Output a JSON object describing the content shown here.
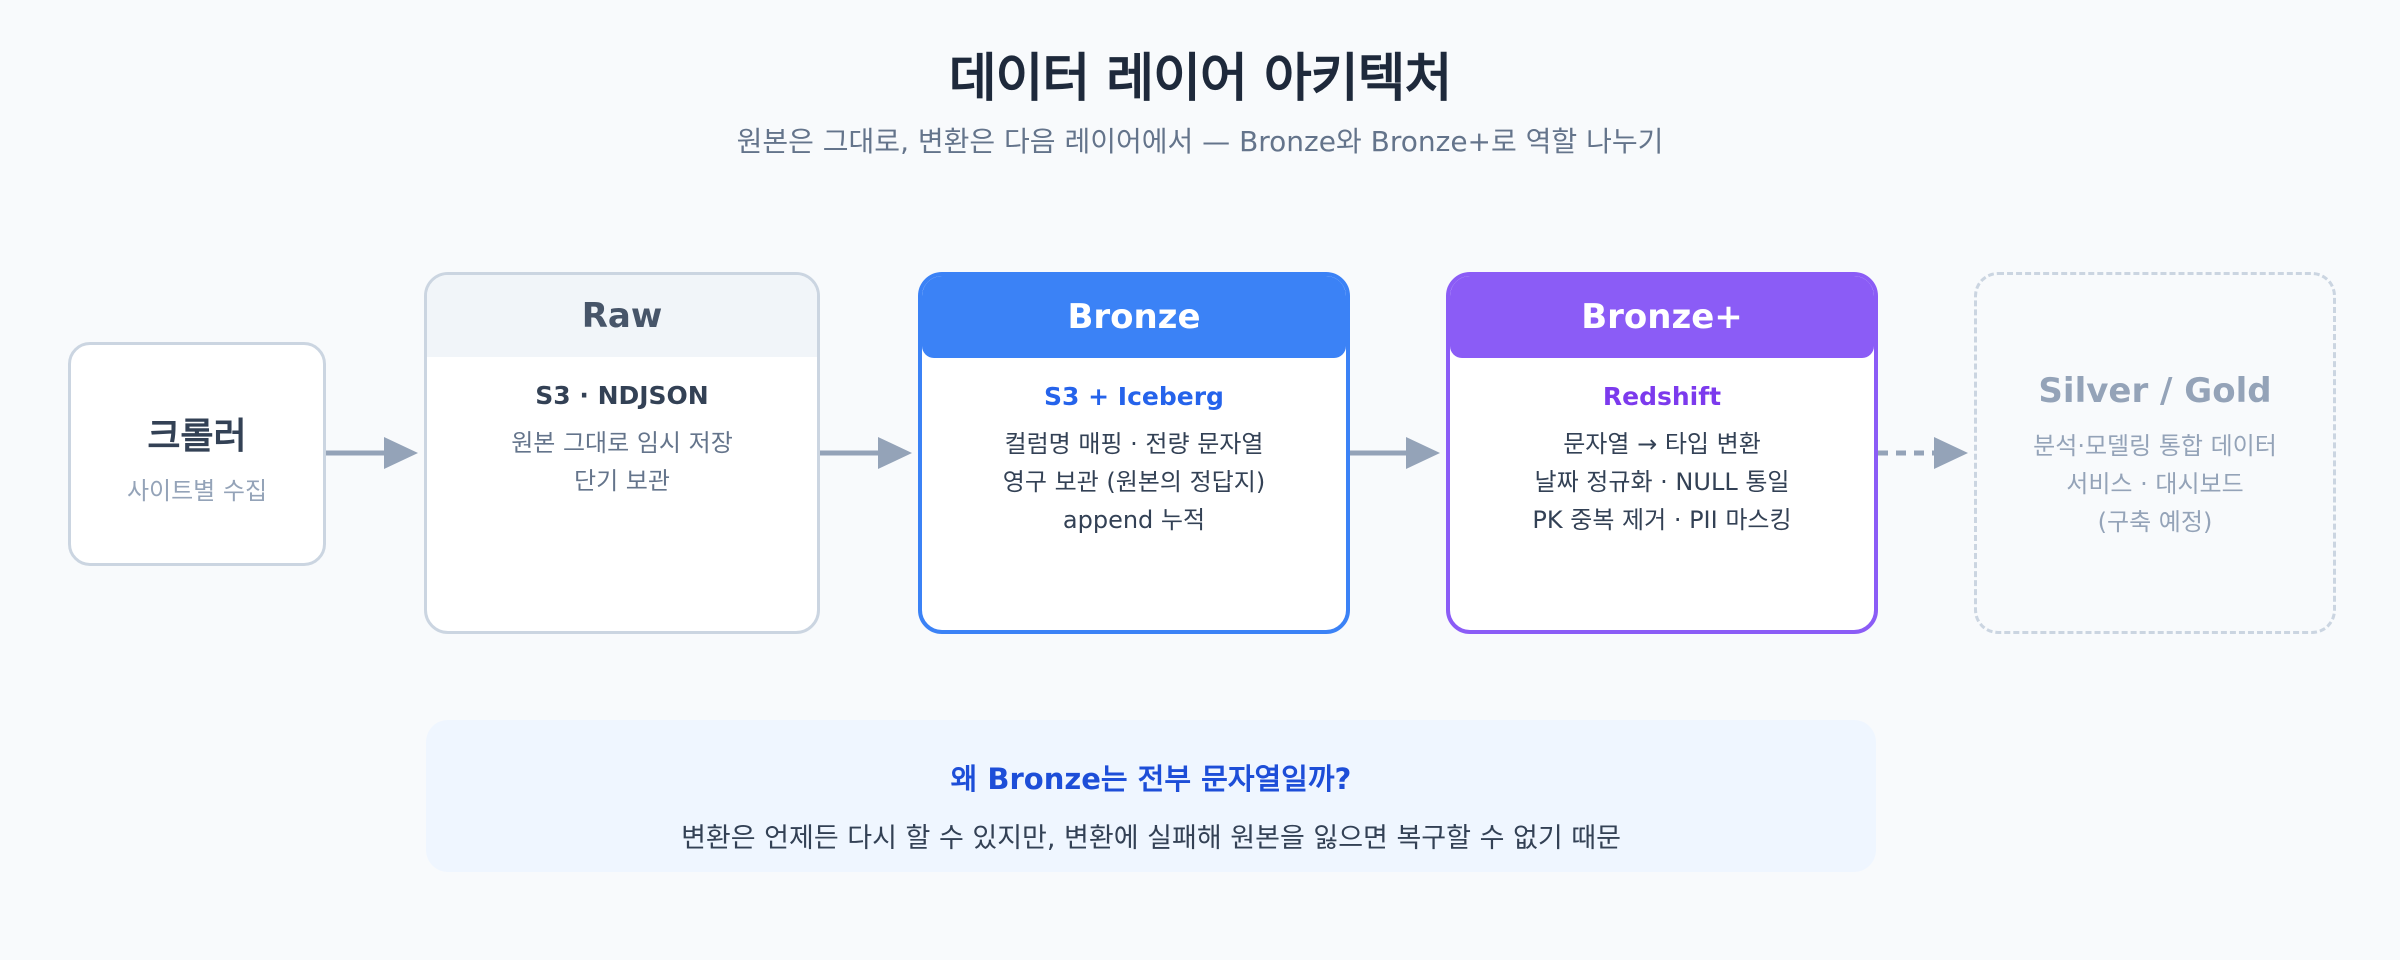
{
  "header": {
    "title": "데이터 레이어 아키텍처",
    "subtitle": "원본은 그대로, 변환은 다음 레이어에서 — Bronze와 Bronze+로 역할 나누기"
  },
  "crawler": {
    "name": "크롤러",
    "desc": "사이트별 수집"
  },
  "stages": {
    "raw": {
      "title": "Raw",
      "tech": "S3 · NDJSON",
      "lines": [
        "원본 그대로 임시 저장",
        "단기 보관"
      ]
    },
    "bronze": {
      "title": "Bronze",
      "tech": "S3 + Iceberg",
      "lines": [
        "컬럼명 매핑 · 전량 문자열",
        "영구 보관 (원본의 정답지)",
        "append 누적"
      ]
    },
    "bronze_plus": {
      "title": "Bronze+",
      "tech": "Redshift",
      "lines": [
        "문자열 → 타입 변환",
        "날짜 정규화 · NULL 통일",
        "PK 중복 제거 · PII 마스킹"
      ]
    },
    "silver_gold": {
      "title": "Silver / Gold",
      "lines": [
        "분석·모델링 통합 데이터",
        "서비스 · 대시보드",
        "(구축 예정)"
      ]
    }
  },
  "note": {
    "question": "왜 Bronze는 전부 문자열일까?",
    "answer": "변환은 언제든 다시 할 수 있지만, 변환에 실패해 원본을 잃으면 복구할 수 없기 때문"
  },
  "colors": {
    "raw": "#cbd5e1",
    "bronze": "#3b82f6",
    "bronze_plus": "#8b5cf6",
    "arrow": "#94a3b8"
  }
}
